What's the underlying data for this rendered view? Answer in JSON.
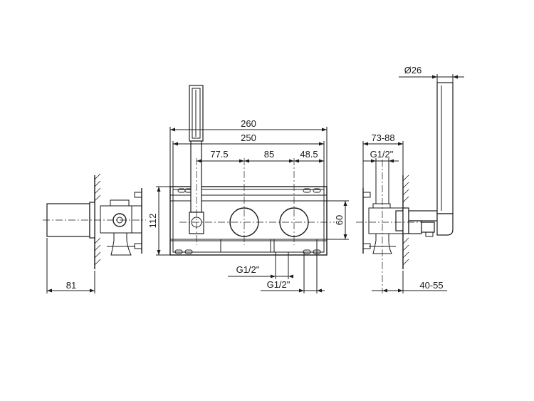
{
  "dimensions": {
    "overall_width": "260",
    "inner_width": "250",
    "spacing_left": "77.5",
    "spacing_middle": "85",
    "spacing_right": "48.5",
    "height": "112",
    "inner_height": "60",
    "depth_left": "81",
    "adjustable_depth": "73-88",
    "wall_offset": "40-55",
    "handshower_diameter": "Ø26",
    "connection_top": "G1/2\"",
    "connection_bottom_1": "G1/2\"",
    "connection_bottom_2": "G1/2\""
  }
}
